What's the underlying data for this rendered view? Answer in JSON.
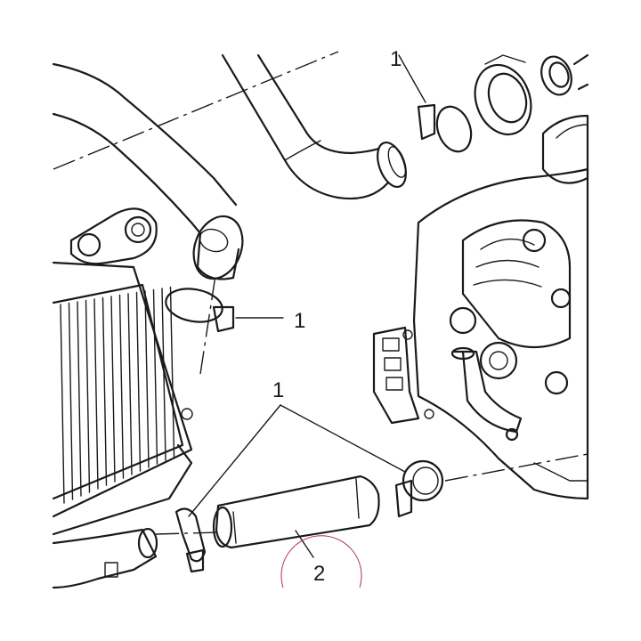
{
  "callouts": [
    {
      "id": "clamp-top",
      "text": "1"
    },
    {
      "id": "clamp-middle",
      "text": "1"
    },
    {
      "id": "clamp-bottom",
      "text": "1"
    },
    {
      "id": "hose",
      "text": "2"
    }
  ],
  "colors": {
    "line": "#1a1a1a",
    "highlight_circle": "#b0304a",
    "background": "#ffffff"
  }
}
